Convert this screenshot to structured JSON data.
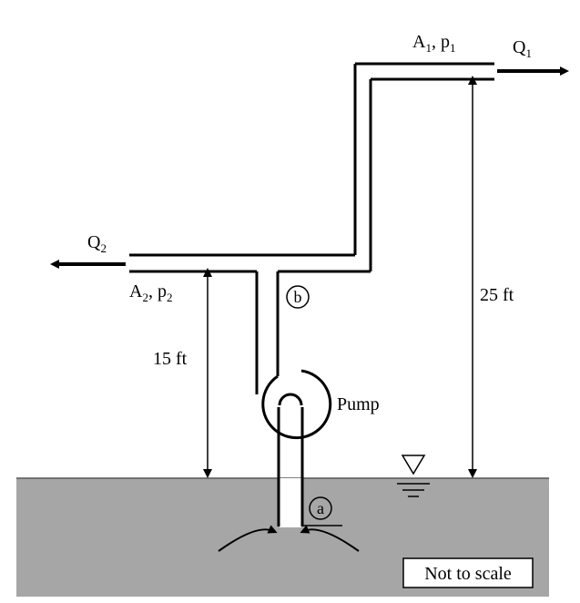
{
  "labels": {
    "q1": "Q",
    "q1_sub": "1",
    "a1": "A",
    "a1_sub": "1",
    "p1_sep": ", p",
    "p1_sub": "1",
    "q2": "Q",
    "q2_sub": "2",
    "a2": "A",
    "a2_sub": "2",
    "p2_sep": ", p",
    "p2_sub": "2",
    "height_left": "15 ft",
    "height_right": "25 ft",
    "pump": "Pump",
    "point_a": "a",
    "point_b": "b",
    "note": "Not to scale"
  },
  "colors": {
    "water": "#a6a6a6",
    "line": "#000000",
    "background": "#ffffff"
  }
}
